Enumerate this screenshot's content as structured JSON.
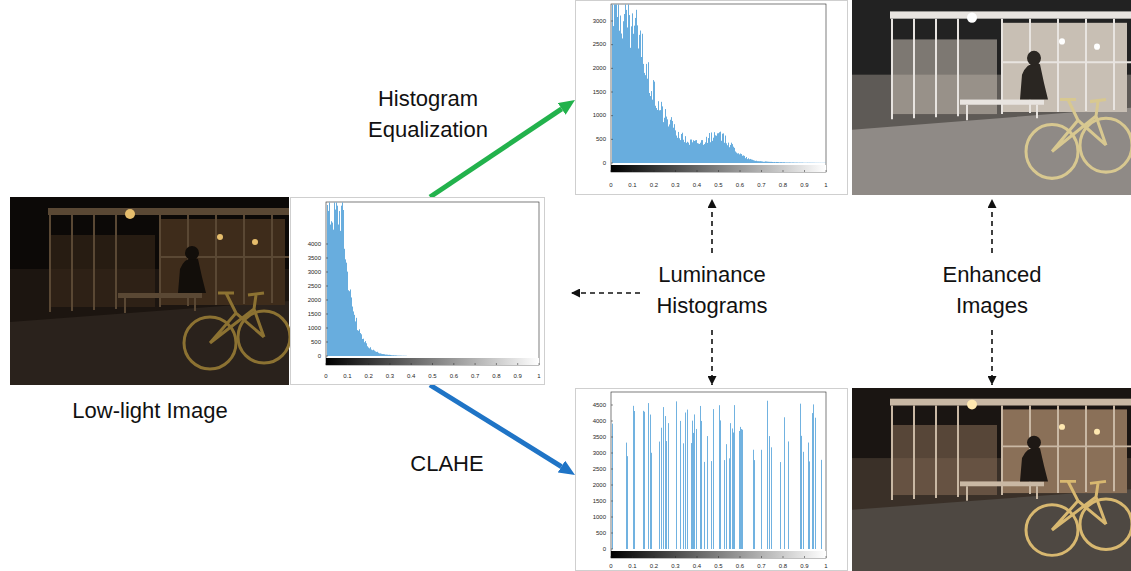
{
  "diagram": {
    "nodes": [
      {
        "text": [
          "Low-light Image"
        ]
      },
      {
        "text": [
          "0",
          "500",
          "1000",
          "1500",
          "2000",
          "2500",
          "3000",
          "3500",
          "4000",
          "0",
          "0.1",
          "0.2",
          "0.3",
          "0.4",
          "0.5",
          "0.6",
          "0.7",
          "0.8",
          "0.9",
          "1"
        ]
      },
      {
        "text": [
          "0",
          "500",
          "1000",
          "1500",
          "2000",
          "2500",
          "3000",
          "0",
          "0.1",
          "0.2",
          "0.3",
          "0.4",
          "0.5",
          "0.6",
          "0.7",
          "0.8",
          "0.9",
          "1"
        ]
      },
      {
        "text": [
          "0",
          "500",
          "1000",
          "1500",
          "2000",
          "2500",
          "3000",
          "3500",
          "4000",
          "4500",
          "0",
          "0.1",
          "0.2",
          "0.3",
          "0.4",
          "0.5",
          "0.6",
          "0.7",
          "0.8",
          "0.9",
          "1"
        ]
      }
    ],
    "edges": [
      {
        "from": 1,
        "to": 2,
        "arrow": "to",
        "label": "Histogram Equalization"
      },
      {
        "from": 1,
        "to": 3,
        "arrow": "to",
        "label": "CLAHE"
      }
    ],
    "labels": [
      "Luminance Histograms",
      "Enhanced Images"
    ]
  }
}
